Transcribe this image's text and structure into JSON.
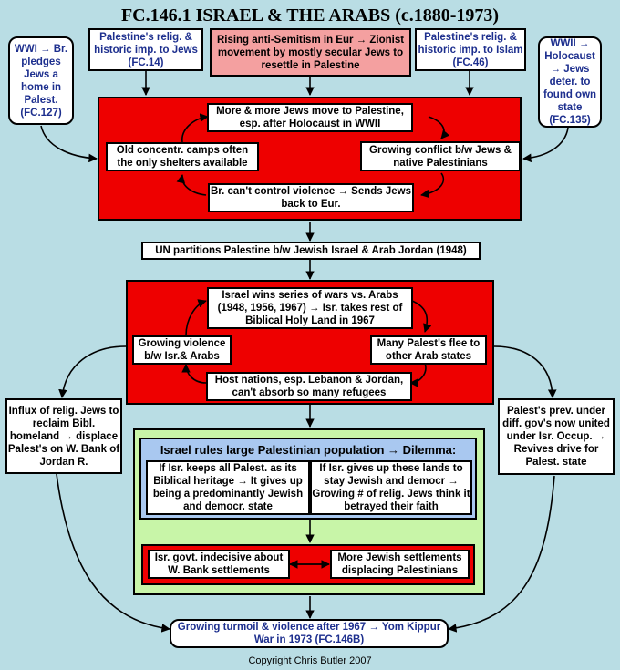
{
  "title": "FC.146.1 ISRAEL & THE ARABS (c.1880-1973)",
  "top": {
    "wwi": "WWI → Br. pledges Jews a home in Palest. (FC.127)",
    "pal_jews": "Palestine's relig. & historic imp. to Jews (FC.14)",
    "antisemitism": "Rising anti-Semitism in Eur → Zionist movement by mostly secular Jews to resettle in Palestine",
    "pal_islam": "Palestine's relig. & historic imp. to Islam (FC.46)",
    "wwii": "WWII → Holocaust → Jews deter. to found own state (FC.135)"
  },
  "cycle1": {
    "move": "More & more Jews move to Palestine, esp. after Holocaust in WWII",
    "conflict": "Growing conflict b/w Jews & native Palestinians",
    "violence": "Br. can't control violence → Sends Jews back to Eur.",
    "camps": "Old concentr. camps often the only shelters available"
  },
  "un": "UN partitions Palestine b/w Jewish Israel & Arab Jordan (1948)",
  "cycle2": {
    "wars": "Israel wins series of wars vs. Arabs (1948, 1956, 1967) → Isr. takes rest of Biblical Holy Land in 1967",
    "flee": "Many Palest's flee to other Arab states",
    "hosts": "Host nations, esp. Lebanon & Jordan, can't absorb so many refugees",
    "growing": "Growing violence b/w Isr.& Arabs"
  },
  "side": {
    "influx": "Influx of relig. Jews to reclaim Bibl. homeland → displace Palest's on W. Bank of Jordan R.",
    "palest_prev": "Palest's prev. under diff. gov's now united under Isr. Occup. → Revives drive for Palest. state"
  },
  "dilemma": {
    "header": "Israel rules large Palestinian population → Dilemma:",
    "keep": "If Isr. keeps all Palest. as its Biblical heritage → It gives up being a predominantly Jewish and democr. state",
    "give": "If Isr. gives up these lands to stay Jewish and democr → Growing # of relig. Jews think it betrayed their faith"
  },
  "settle": {
    "indecisive": "Isr. govt. indecisive about W. Bank settlements",
    "more": "More Jewish settlements displacing Palestinians"
  },
  "bottom": "Growing turmoil & violence after 1967 → Yom Kippur War in 1973 (FC.146B)",
  "copyright": "Copyright Chris Butler 2007"
}
